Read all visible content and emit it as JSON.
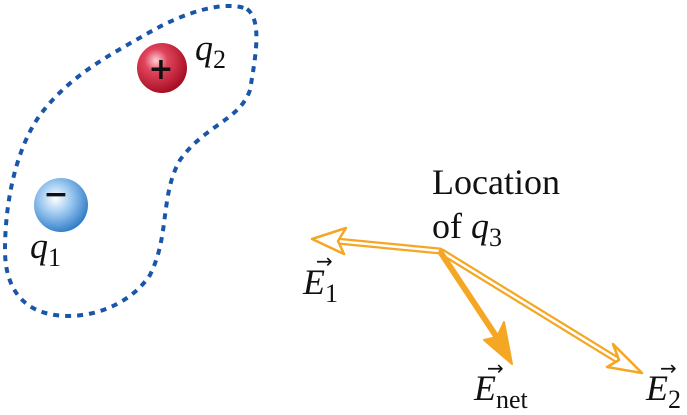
{
  "colors": {
    "boundary": "#1a56a8",
    "positive_charge": "#c8102e",
    "negative_charge": "#5aa0e0",
    "vector": "#f5a623",
    "text": "#111111"
  },
  "charges": {
    "q1": {
      "sign_symbol": "−",
      "symbol": "q",
      "subscript": "1"
    },
    "q2": {
      "sign_symbol": "+",
      "symbol": "q",
      "subscript": "2"
    }
  },
  "location_label": {
    "line1": "Location",
    "line2_prefix": "of ",
    "symbol": "q",
    "subscript": "3"
  },
  "vectors": {
    "E1": {
      "symbol": "E",
      "subscript": "1",
      "icon": "vector-arrow-icon"
    },
    "E2": {
      "symbol": "E",
      "subscript": "2",
      "icon": "vector-arrow-icon"
    },
    "Enet": {
      "symbol": "E",
      "subscript": "net",
      "icon": "vector-arrow-icon"
    }
  }
}
